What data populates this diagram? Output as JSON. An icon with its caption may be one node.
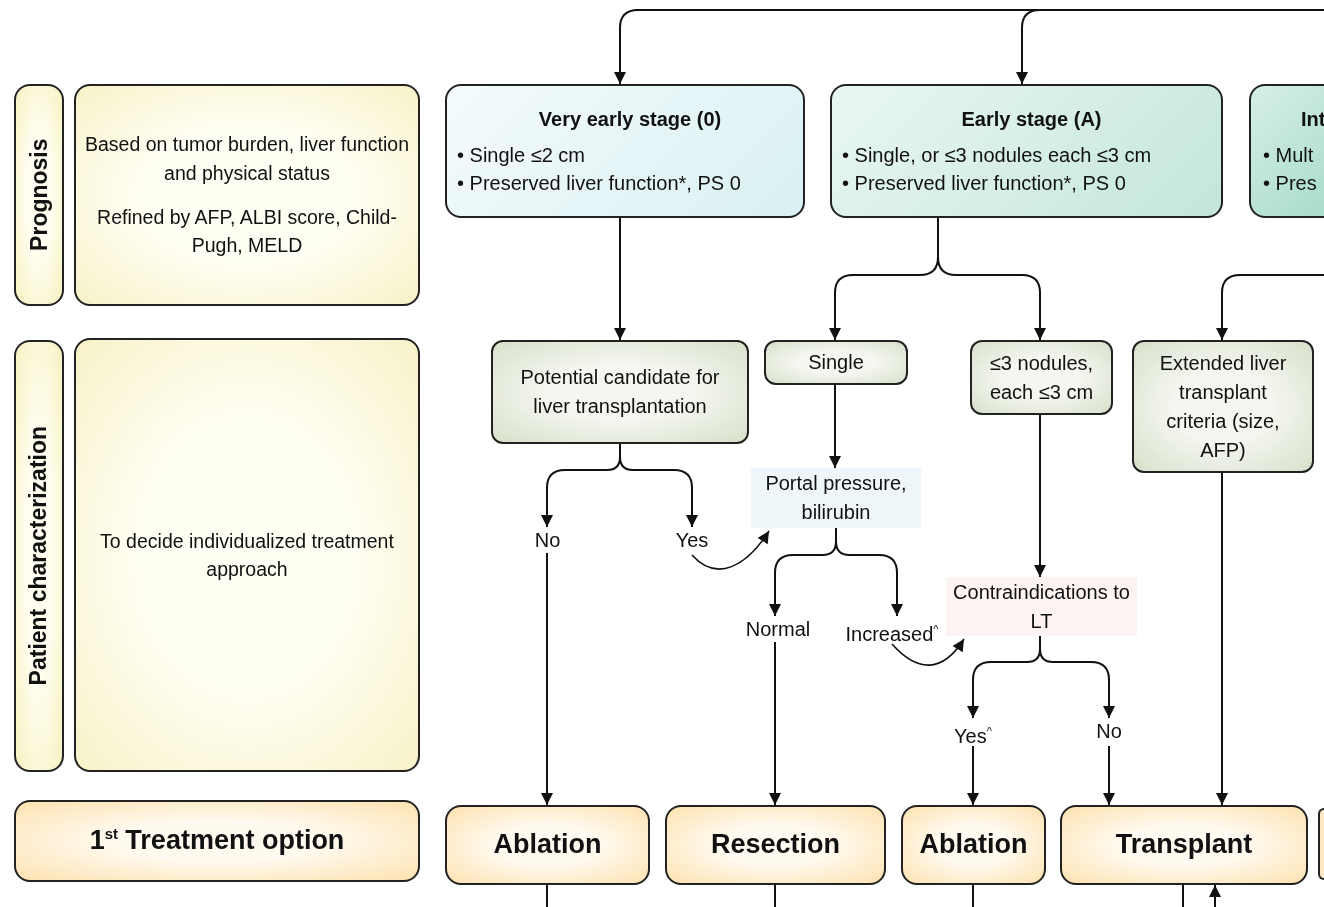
{
  "diagram": {
    "nodes": [
      {
        "text": [
          "Prognosis"
        ]
      },
      {
        "text": [
          "Based on tumor burden, liver function and physical status",
          "Refined by AFP, ALBI score, Child-Pugh, MELD"
        ]
      },
      {
        "text": [
          "Patient characterization"
        ]
      },
      {
        "text": [
          "To decide individualized treatment approach"
        ]
      },
      {
        "text": [
          "1$^{st}$ Treatment option"
        ]
      },
      {
        "text": [
          "Very early stage (0)",
          "• Single ≤2 cm",
          "• Preserved liver function*, PS 0"
        ]
      },
      {
        "text": [
          "Early stage (A)",
          "• Single, or ≤3 nodules each ≤3 cm",
          "• Preserved liver function*, PS 0"
        ]
      },
      {
        "text": [
          "Int",
          "• Mult",
          "• Pres"
        ]
      },
      {
        "text": [
          "Potential candidate for liver transplantation"
        ]
      },
      {
        "text": [
          "Single"
        ]
      },
      {
        "text": [
          "≤3 nodules, each ≤3 cm"
        ]
      },
      {
        "text": [
          "Extended liver transplant criteria (size, AFP)"
        ]
      },
      {
        "text": [
          "No"
        ]
      },
      {
        "text": [
          "Yes"
        ]
      },
      {
        "text": [
          "Portal pressure, bilirubin"
        ]
      },
      {
        "text": [
          "Normal"
        ]
      },
      {
        "text": [
          "Increased$^{^}$"
        ]
      },
      {
        "text": [
          "Contraindications to LT"
        ]
      },
      {
        "text": [
          "Yes$^{^}$"
        ]
      },
      {
        "text": [
          "No"
        ]
      },
      {
        "text": [
          "Ablation"
        ]
      },
      {
        "text": [
          "Resection"
        ]
      },
      {
        "text": [
          "Ablation"
        ]
      },
      {
        "text": [
          "Transplant"
        ]
      },
      {
        "text": [],
        "shape": "box"
      }
    ],
    "edges": [
      {
        "from": null,
        "to": 5,
        "arrow": "to"
      },
      {
        "from": null,
        "to": 6,
        "arrow": "to"
      },
      {
        "from": 5,
        "to": 8,
        "arrow": "to"
      },
      {
        "from": 6,
        "to": 9,
        "arrow": "to"
      },
      {
        "from": 6,
        "to": 10,
        "arrow": "to"
      },
      {
        "from": null,
        "to": 11,
        "arrow": "to"
      },
      {
        "from": 8,
        "to": 12,
        "arrow": "to"
      },
      {
        "from": 8,
        "to": 13,
        "arrow": "to"
      },
      {
        "from": 13,
        "to": 14,
        "arrow": "to"
      },
      {
        "from": 9,
        "to": 14,
        "arrow": "to"
      },
      {
        "from": 14,
        "to": 15,
        "arrow": "to"
      },
      {
        "from": 14,
        "to": 16,
        "arrow": "to"
      },
      {
        "from": 16,
        "to": 17,
        "arrow": "to"
      },
      {
        "from": 10,
        "to": 17,
        "arrow": "to"
      },
      {
        "from": 17,
        "to": 18,
        "arrow": "to"
      },
      {
        "from": 17,
        "to": 19,
        "arrow": "to"
      },
      {
        "from": 12,
        "to": 20,
        "arrow": "to"
      },
      {
        "from": 15,
        "to": 21,
        "arrow": "to"
      },
      {
        "from": 18,
        "to": 22,
        "arrow": "to"
      },
      {
        "from": 19,
        "to": 23,
        "arrow": "to"
      },
      {
        "from": 11,
        "to": 23,
        "arrow": "to"
      },
      {
        "from": 20,
        "to": null,
        "arrow": "none"
      },
      {
        "from": 21,
        "to": null,
        "arrow": "none"
      },
      {
        "from": 22,
        "to": null,
        "arrow": "none"
      },
      {
        "from": 23,
        "to": null,
        "arrow": "none"
      },
      {
        "from": null,
        "to": 23,
        "arrow": "to"
      }
    ]
  }
}
